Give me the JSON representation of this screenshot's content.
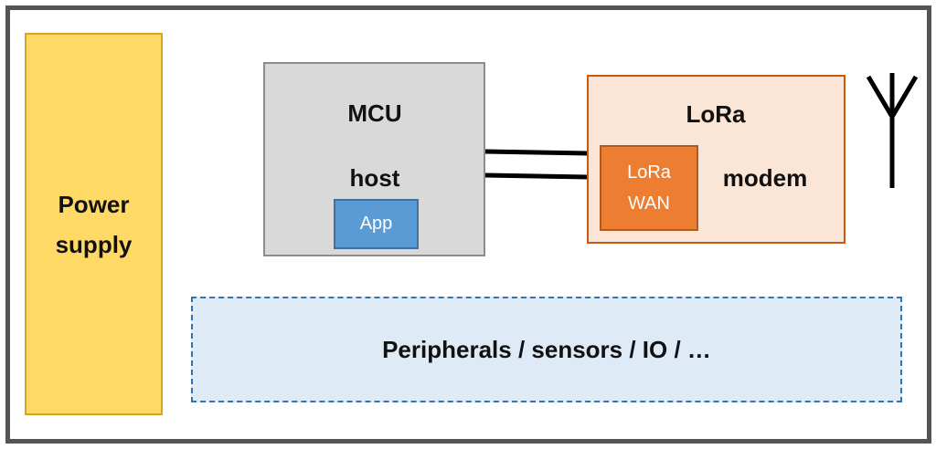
{
  "power_supply": {
    "label": "Power\nsupply"
  },
  "mcu": {
    "title": "MCU",
    "subtitle": "host",
    "app_label": "App"
  },
  "lora": {
    "title": "LoRa",
    "modem_label": "modem",
    "lorawan_label": "LoRa\nWAN"
  },
  "peripherals": {
    "label": "Peripherals / sensors / IO / …"
  },
  "colors": {
    "power_fill": "#FFD966",
    "mcu_fill": "#D9D9D9",
    "app_fill": "#5B9BD5",
    "lora_fill": "#FBE5D6",
    "lorawan_fill": "#ED7D31",
    "peripherals_fill": "#DEEBF7",
    "frame": "#555555"
  },
  "icons": {
    "antenna": "antenna-icon"
  }
}
